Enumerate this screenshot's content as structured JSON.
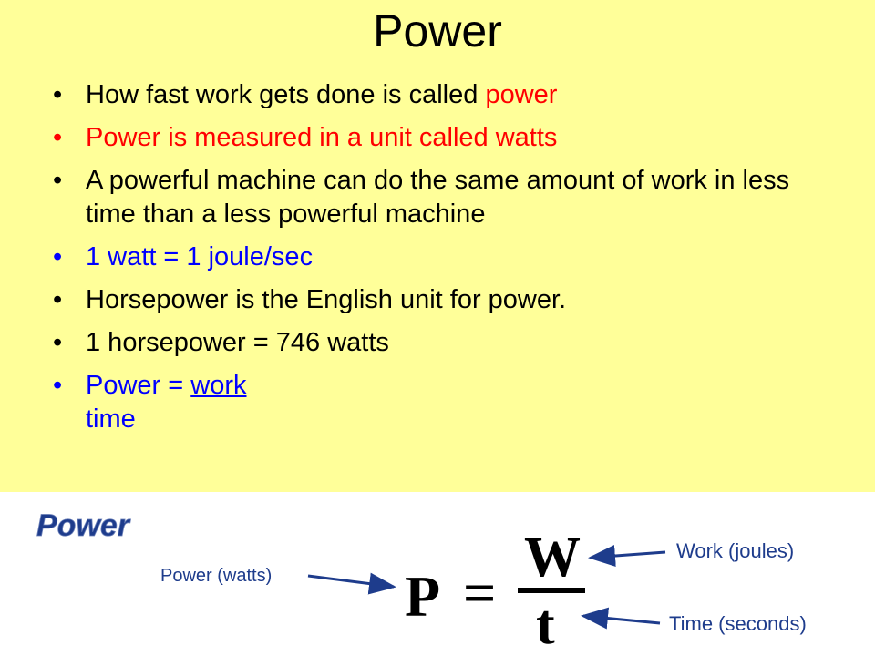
{
  "slide": {
    "title": "Power",
    "bullet_char": "•",
    "bullets": [
      {
        "parts": [
          "How fast work gets done is called ",
          "power"
        ],
        "colors": [
          "#000000",
          "#FF0000"
        ]
      },
      {
        "parts": [
          "Power is measured in a unit called watts"
        ],
        "colors": [
          "#FF0000"
        ]
      },
      {
        "parts": [
          "A powerful machine can do the same amount of work in less time than a less powerful machine"
        ],
        "colors": [
          "#000000"
        ]
      },
      {
        "parts": [
          "1 watt = 1 joule/sec"
        ],
        "colors": [
          "#0000FF"
        ]
      },
      {
        "parts": [
          "Horsepower is the English unit for power."
        ],
        "colors": [
          "#000000"
        ]
      },
      {
        "parts": [
          "1 horsepower = 746 watts"
        ],
        "colors": [
          "#000000"
        ]
      }
    ],
    "formula": {
      "prefix": "Power = ",
      "numerator": "work",
      "denominator": "time",
      "color": "#0000FF"
    }
  },
  "diagram": {
    "heading": "Power",
    "symbol_p": "P",
    "equals": "=",
    "symbol_w": "W",
    "symbol_t": "t",
    "label_power": "Power (watts)",
    "label_work": "Work (joules)",
    "label_time": "Time (seconds)",
    "heading_color": "#1E3C8C",
    "label_color": "#1E3C8C",
    "arrow_color": "#1E3C8C"
  }
}
